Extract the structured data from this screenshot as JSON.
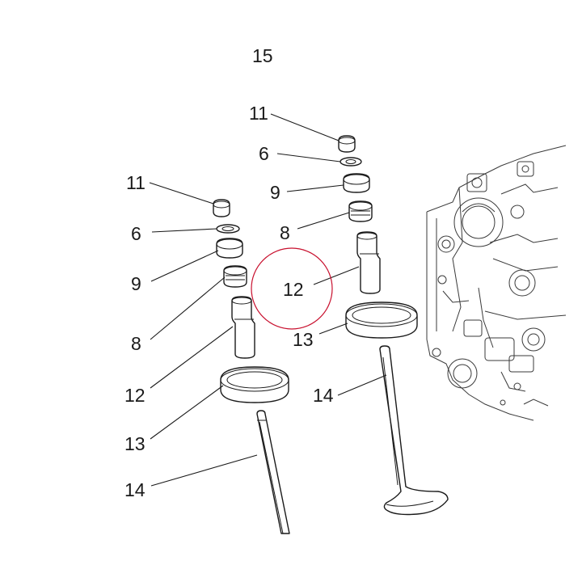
{
  "figure": {
    "number": "15",
    "highlight_color": "#c8102e",
    "line_color": "#1a1a1a"
  },
  "left_assembly": {
    "label_11": "11",
    "label_6": "6",
    "label_9": "9",
    "label_8": "8",
    "label_12": "12",
    "label_13": "13",
    "label_14": "14"
  },
  "right_assembly": {
    "label_11": "11",
    "label_6": "6",
    "label_9": "9",
    "label_8": "8",
    "label_12": "12",
    "label_13": "13",
    "label_14": "14"
  }
}
